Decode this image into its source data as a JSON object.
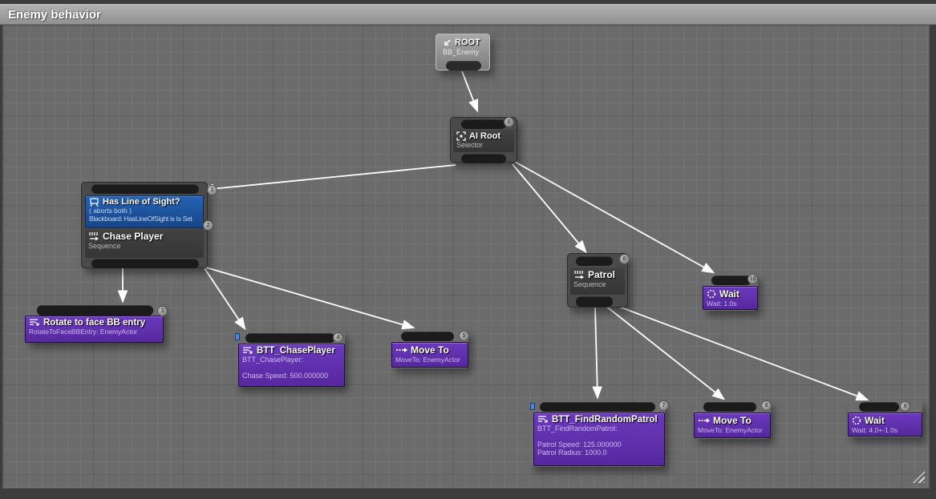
{
  "title_bar": {
    "title": "Enemy behavior"
  },
  "colors": {
    "canvas_bg": "#6b6b6b",
    "task_purple": "#5c2ba6",
    "decorator_blue": "#1c4f9e",
    "composite_gray": "#3a3a3a",
    "wire": "#ffffff",
    "blueprint_indicator": "#4a86e0"
  },
  "nodes": {
    "root": {
      "title": "ROOT",
      "subtitle": "BB_Enemy",
      "icon": "root-icon"
    },
    "ai_root": {
      "title": "AI Root",
      "subtitle": "Selector",
      "icon": "selector-icon",
      "index": "0"
    },
    "chase_composite": {
      "decorator": {
        "title": "Has Line of Sight?",
        "mode": "( aborts both )",
        "condition": "Blackboard: HasLineOfSight is Is Set",
        "icon": "decorator-icon",
        "index": "1"
      },
      "composite": {
        "title": "Chase Player",
        "subtitle": "Sequence",
        "icon": "sequence-icon",
        "index": "2"
      }
    },
    "rotate": {
      "title": "Rotate to face BB entry",
      "subtitle": "RotateToFaceBBEntry: EnemyActor",
      "icon": "task-icon",
      "index": "3"
    },
    "btt_chase": {
      "title": "BTT_ChasePlayer",
      "subtitle": "BTT_ChasePlayer:",
      "detail": "Chase Speed: 500.000000",
      "icon": "task-icon",
      "index": "4"
    },
    "move_to_1": {
      "title": "Move To",
      "subtitle": "MoveTo: EnemyActor",
      "icon": "moveto-icon",
      "index": "5"
    },
    "patrol": {
      "title": "Patrol",
      "subtitle": "Sequence",
      "icon": "sequence-icon",
      "index": "6"
    },
    "btt_find": {
      "title": "BTT_FindRandomPatrol",
      "subtitle": "BTT_FindRandomPatrol:",
      "detail": "Patrol Speed: 125.000000",
      "detail2": "Patrol Radius: 1000.0",
      "icon": "task-icon",
      "index": "7"
    },
    "move_to_2": {
      "title": "Move To",
      "subtitle": "MoveTo: EnemyActor",
      "icon": "moveto-icon",
      "index": "8"
    },
    "wait_2": {
      "title": "Wait",
      "subtitle": "Wait: 4.0+-1.0s",
      "icon": "wait-icon",
      "index": "9"
    },
    "wait_1": {
      "title": "Wait",
      "subtitle": "Wait: 1.0s",
      "icon": "wait-icon",
      "index": "10"
    }
  }
}
